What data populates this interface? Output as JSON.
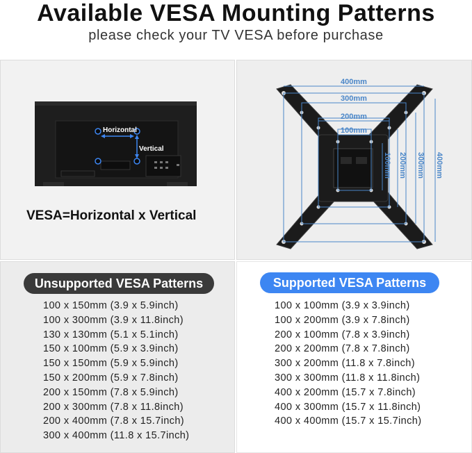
{
  "header": {
    "title": "Available VESA Mounting Patterns",
    "subtitle": "please check your TV VESA before purchase"
  },
  "tv_diagram": {
    "horizontal_label": "Horizontal",
    "vertical_label": "Vertical",
    "formula": "VESA=Horizontal x Vertical",
    "accent_color": "#3d86f2"
  },
  "mount_diagram": {
    "horizontal_dims": [
      "400mm",
      "300mm",
      "200mm",
      "100mm"
    ],
    "vertical_dims": [
      "400mm",
      "300mm",
      "200mm",
      "100mm"
    ],
    "dimension_color": "#4a86c8"
  },
  "unsupported": {
    "label": "Unsupported VESA Patterns",
    "color": "#3a3a3a",
    "items": [
      "100 x 150mm (3.9 x 5.9inch)",
      "100 x 300mm (3.9 x 11.8inch)",
      "130 x 130mm (5.1 x 5.1inch)",
      "150 x 100mm (5.9 x 3.9inch)",
      "150 x 150mm (5.9 x 5.9inch)",
      "150 x 200mm (5.9 x 7.8inch)",
      "200 x 150mm (7.8 x 5.9inch)",
      "200 x 300mm (7.8 x 11.8inch)",
      "200 x 400mm (7.8 x 15.7inch)",
      "300 x 400mm (11.8 x 15.7inch)"
    ]
  },
  "supported": {
    "label": "Supported VESA Patterns",
    "color": "#3d86f2",
    "items": [
      "100 x 100mm (3.9  x 3.9inch)",
      "100 x 200mm (3.9  x 7.8inch)",
      "200 x 100mm (7.8 x 3.9inch)",
      "200 x 200mm (7.8  x 7.8inch)",
      "300 x 200mm (11.8 x 7.8inch)",
      "300 x 300mm (11.8 x 11.8inch)",
      "400 x 200mm (15.7 x 7.8inch)",
      "400 x 300mm (15.7 x 11.8inch)",
      "400 x 400mm (15.7 x 15.7inch)"
    ]
  }
}
